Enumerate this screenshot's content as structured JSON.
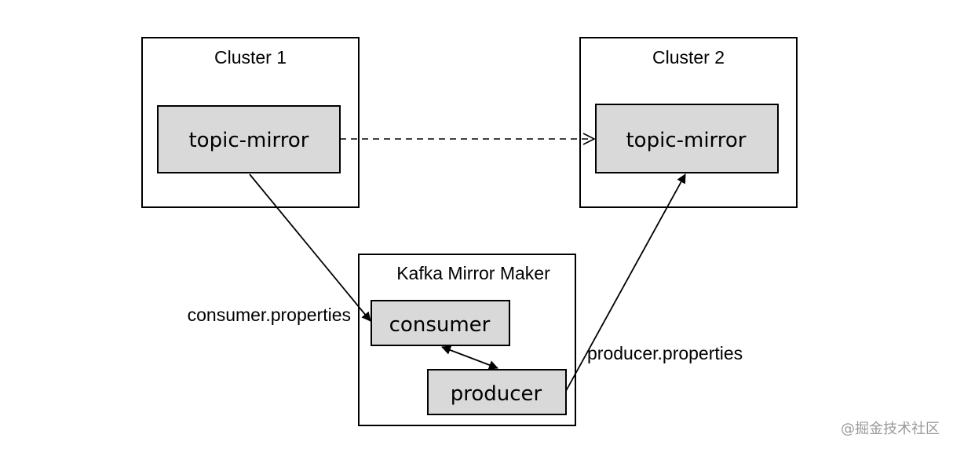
{
  "colors": {
    "box_fill": "#d9d9d9",
    "outline": "#000000",
    "background": "#ffffff",
    "watermark": "#9a9a9a"
  },
  "cluster1": {
    "title": "Cluster 1",
    "topic": "topic-mirror"
  },
  "cluster2": {
    "title": "Cluster 2",
    "topic": "topic-mirror"
  },
  "mirror_maker": {
    "title": "Kafka Mirror Maker",
    "consumer": "consumer",
    "producer": "producer"
  },
  "labels": {
    "consumer_properties": "consumer.properties",
    "producer_properties": "producer.properties"
  },
  "watermark": "@掘金技术社区"
}
